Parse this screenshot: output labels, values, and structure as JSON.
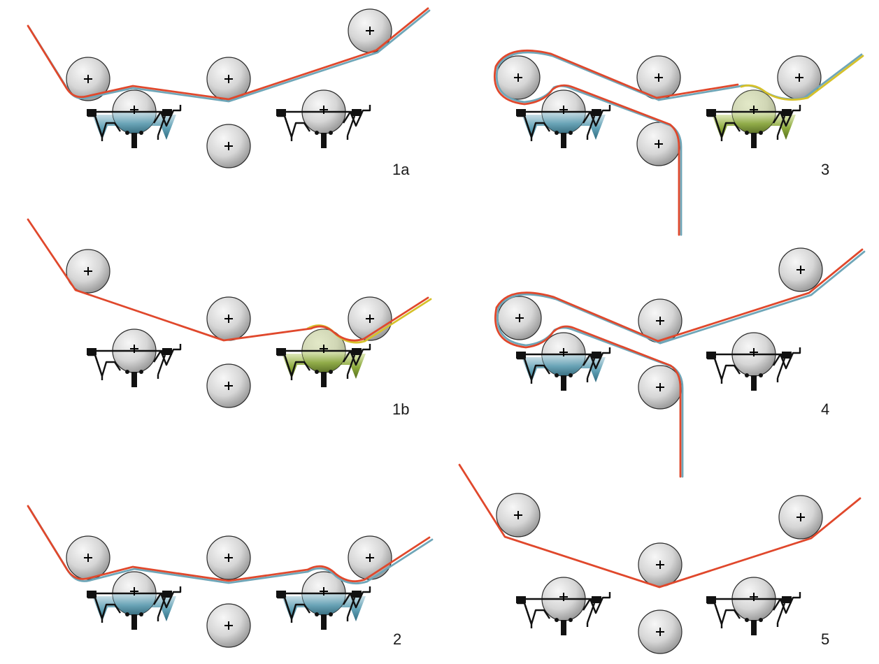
{
  "panels": [
    {
      "id": "1a",
      "label": "1a",
      "left_bath": "blue",
      "right_bath": "empty"
    },
    {
      "id": "1b",
      "label": "1b",
      "left_bath": "empty",
      "right_bath": "green"
    },
    {
      "id": "2",
      "label": "2",
      "left_bath": "blue",
      "right_bath": "blue"
    },
    {
      "id": "3",
      "label": "3",
      "left_bath": "blue",
      "right_bath": "green"
    },
    {
      "id": "4",
      "label": "4",
      "left_bath": "blue",
      "right_bath": "empty"
    },
    {
      "id": "5",
      "label": "5",
      "left_bath": "empty",
      "right_bath": "empty"
    }
  ],
  "colors": {
    "web_red": "#e0482c",
    "web_blue": "#6fa6b8",
    "web_yellow": "#d6c12a",
    "bath_blue": "#5e9fb4",
    "bath_green": "#8aa83a",
    "roller_light": "#f4f4f4",
    "roller_dark": "#9a9a9a"
  }
}
